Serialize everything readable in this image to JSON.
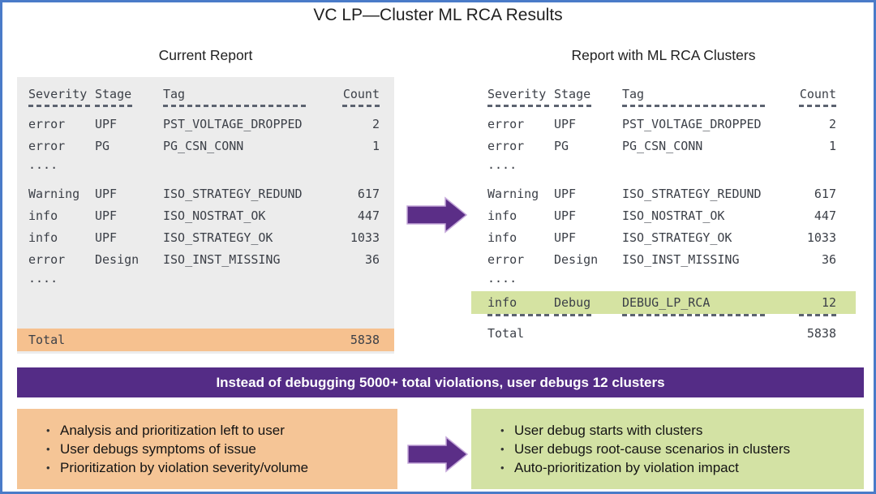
{
  "title": "VC LP—Cluster ML RCA Results",
  "tables": {
    "left": {
      "title": "Current Report",
      "columns": [
        "Severity",
        "Stage",
        "Tag",
        "Count"
      ],
      "rows": [
        {
          "severity": "error",
          "stage": "UPF",
          "tag": "PST_VOLTAGE_DROPPED",
          "count": "2"
        },
        {
          "severity": "error",
          "stage": "PG",
          "tag": "PG_CSN_CONN",
          "count": "1"
        },
        {
          "severity": "....",
          "stage": "",
          "tag": "",
          "count": ""
        },
        {
          "severity": "Warning",
          "stage": "UPF",
          "tag": "ISO_STRATEGY_REDUND",
          "count": "617"
        },
        {
          "severity": "info",
          "stage": "UPF",
          "tag": "ISO_NOSTRAT_OK",
          "count": "447"
        },
        {
          "severity": "info",
          "stage": "UPF",
          "tag": "ISO_STRATEGY_OK",
          "count": "1033"
        },
        {
          "severity": "error",
          "stage": "Design",
          "tag": "ISO_INST_MISSING",
          "count": "36"
        },
        {
          "severity": "....",
          "stage": "",
          "tag": "",
          "count": ""
        }
      ],
      "total_label": "Total",
      "total_value": "5838"
    },
    "right": {
      "title": "Report with ML RCA Clusters",
      "columns": [
        "Severity",
        "Stage",
        "Tag",
        "Count"
      ],
      "rows": [
        {
          "severity": "error",
          "stage": "UPF",
          "tag": "PST_VOLTAGE_DROPPED",
          "count": "2"
        },
        {
          "severity": "error",
          "stage": "PG",
          "tag": "PG_CSN_CONN",
          "count": "1"
        },
        {
          "severity": "....",
          "stage": "",
          "tag": "",
          "count": ""
        },
        {
          "severity": "Warning",
          "stage": "UPF",
          "tag": "ISO_STRATEGY_REDUND",
          "count": "617"
        },
        {
          "severity": "info",
          "stage": "UPF",
          "tag": "ISO_NOSTRAT_OK",
          "count": "447"
        },
        {
          "severity": "info",
          "stage": "UPF",
          "tag": "ISO_STRATEGY_OK",
          "count": "1033"
        },
        {
          "severity": "error",
          "stage": "Design",
          "tag": "ISO_INST_MISSING",
          "count": "36"
        },
        {
          "severity": "....",
          "stage": "",
          "tag": "",
          "count": ""
        }
      ],
      "cluster_row": {
        "severity": "info",
        "stage": "Debug",
        "tag": "DEBUG_LP_RCA",
        "count": "12"
      },
      "total_label": "Total",
      "total_value": "5838"
    }
  },
  "banner": {
    "text": "Instead of debugging 5000+ total violations, user debugs 12 clusters"
  },
  "callouts": {
    "current": {
      "bullets": [
        "Analysis and prioritization left to user",
        "User debugs symptoms of issue",
        "Prioritization by violation severity/volume"
      ]
    },
    "ml": {
      "bullets": [
        "User debug starts with clusters",
        "User debugs root-cause scenarios in clusters",
        "Auto-prioritization by violation impact"
      ]
    }
  },
  "colors": {
    "frame_border": "#4a7bc8",
    "panel_gray": "#ececec",
    "orange_highlight": "#f6c18f",
    "orange_box": "#f5c596",
    "green_highlight": "#d5e3a2",
    "green_box": "#d3e2a4",
    "banner_purple": "#542c86",
    "arrow_purple": "#5b2e87",
    "arrow_outline": "#c3a6d9"
  }
}
